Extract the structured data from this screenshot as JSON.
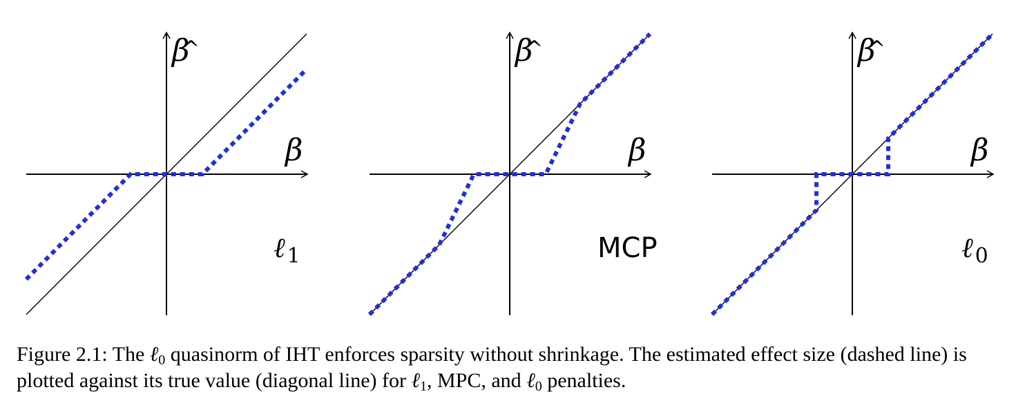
{
  "figure": {
    "panels": [
      {
        "id": "l1",
        "penalty_label": "ℓ",
        "penalty_subscript": "1",
        "x_axis_label": "β",
        "y_axis_label": "β",
        "y_axis_label_accent": "^"
      },
      {
        "id": "mcp",
        "penalty_label": "MCP",
        "penalty_subscript": "",
        "x_axis_label": "β",
        "y_axis_label": "β",
        "y_axis_label_accent": "^"
      },
      {
        "id": "l0",
        "penalty_label": "ℓ",
        "penalty_subscript": "0",
        "x_axis_label": "β",
        "y_axis_label": "β",
        "y_axis_label_accent": "^"
      }
    ],
    "colors": {
      "estimate": "#1f2fe0",
      "axes": "#000000",
      "diagonal": "#000000"
    },
    "line_styles": {
      "estimate": "dashed",
      "diagonal": "solid"
    }
  },
  "caption": {
    "prefix": "Figure 2.1: The ",
    "ell": "ℓ",
    "ell_sub_0": "0",
    "part1": " quasinorm of IHT enforces sparsity without shrinkage. The estimated effect size (dashed line) is plotted against its true value (diagonal line) for ",
    "ell_sub_1": "1",
    "part2": ", MPC, and ",
    "part3": " penalties."
  }
}
